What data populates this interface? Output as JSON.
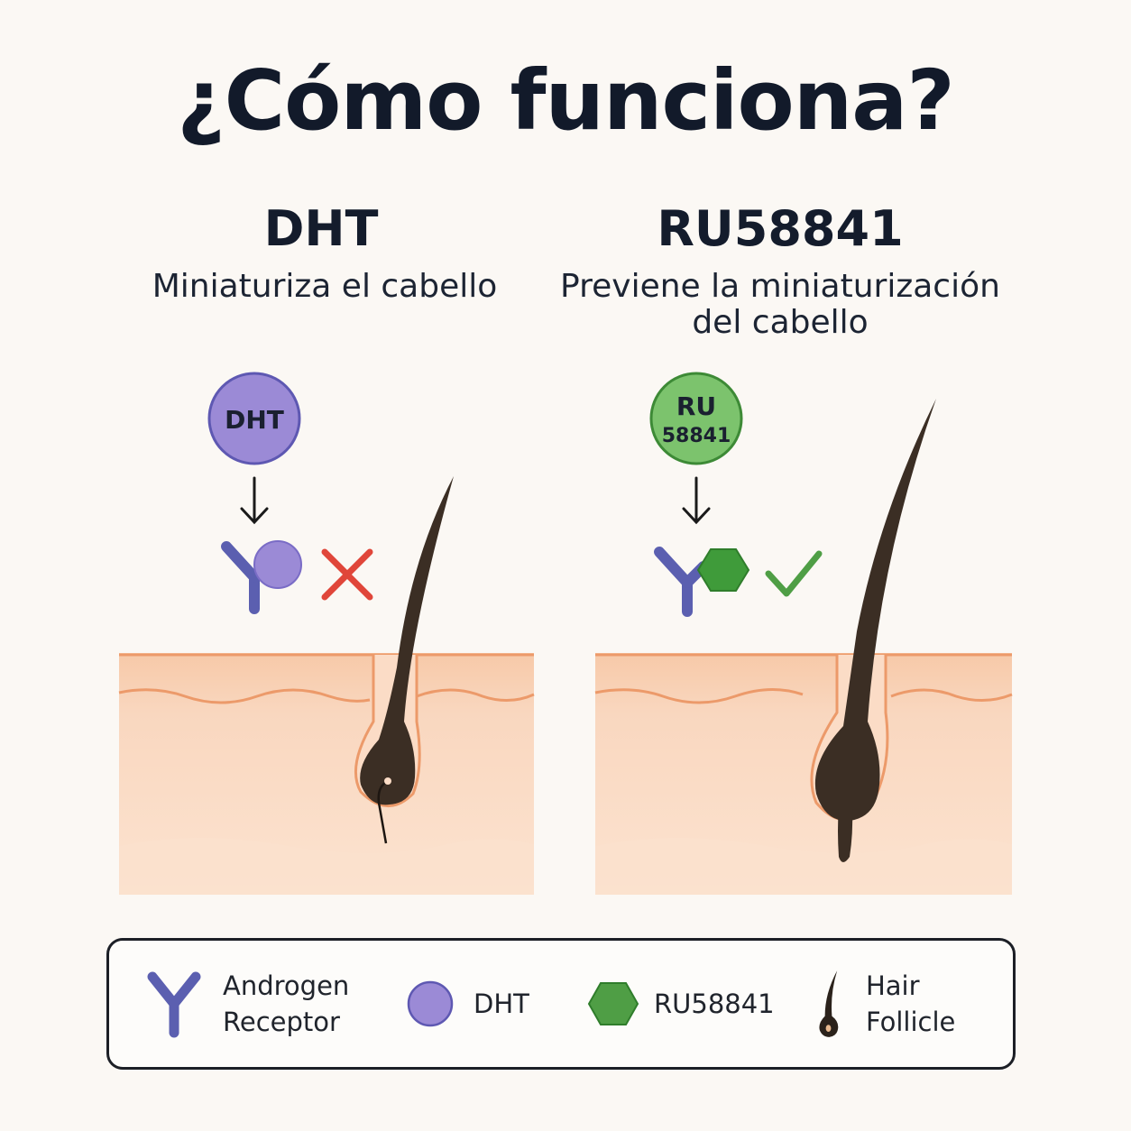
{
  "title": "¿Cómo funciona?",
  "left_panel": {
    "title": "DHT",
    "subtitle": "Miniaturiza el cabello",
    "molecule_label": "DHT",
    "result_icon": "x-mark-icon",
    "color": "#9b8ad6"
  },
  "right_panel": {
    "title": "RU58841",
    "subtitle_line1": "Previene la miniaturización",
    "subtitle_line2": "del cabello",
    "molecule_label_line1": "RU",
    "molecule_label_line2": "58841",
    "result_icon": "checkmark-icon",
    "color": "#4f9e45"
  },
  "legend": {
    "receptor_line1": "Androgen",
    "receptor_line2": "Receptor",
    "dht": "DHT",
    "ru": "RU58841",
    "follicle": "Hair Follicle"
  },
  "colors": {
    "receptor": "#5b5fb0",
    "dht": "#9b8ad6",
    "ru": "#4f9e45",
    "cross": "#e0463a",
    "check": "#4f9e45",
    "skin": "#f9d6bd",
    "skin_edge": "#ec9a6a",
    "hair": "#3b2e24"
  }
}
